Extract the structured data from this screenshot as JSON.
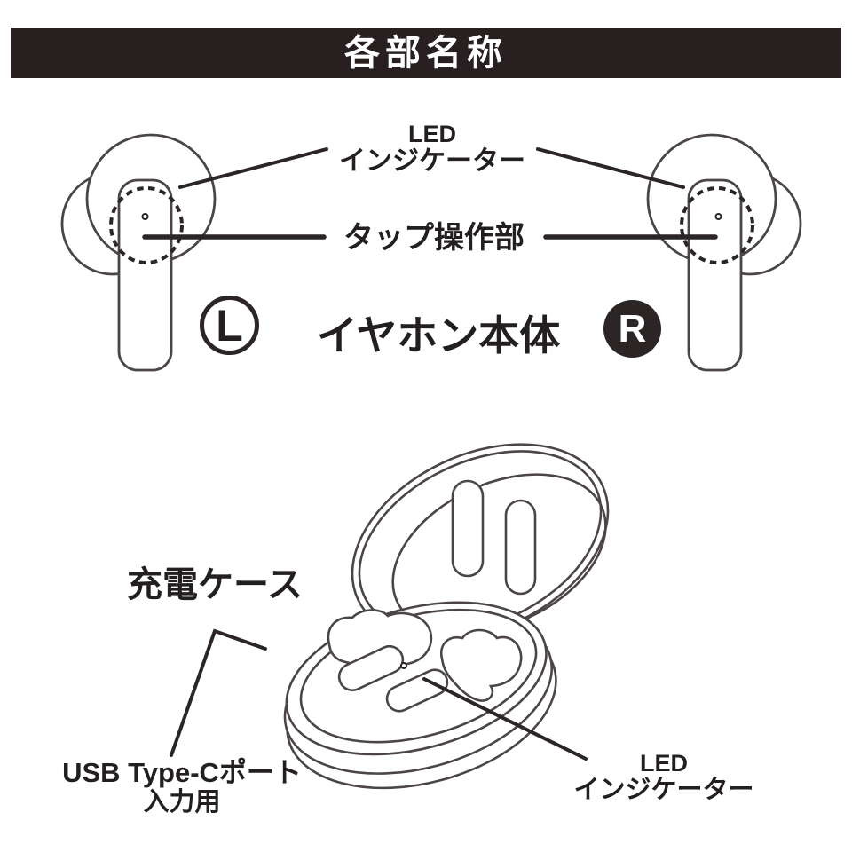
{
  "header": {
    "title": "各部名称"
  },
  "earbuds": {
    "led_label": {
      "line1": "LED",
      "line2": "インジケーター"
    },
    "tap_label": "タップ操作部",
    "body_label": "イヤホン本体",
    "left_badge": "L",
    "right_badge": "R"
  },
  "case": {
    "title": "充電ケース",
    "usb_label": {
      "line1": "USB Type-Cポート",
      "line2": "入力用"
    },
    "led_label": {
      "line1": "LED",
      "line2": "インジケーター"
    }
  },
  "colors": {
    "header_bg": "#281f20",
    "text": "#231f20",
    "outline": "#4b4546",
    "leader_line": "#2b2526",
    "background": "#ffffff"
  }
}
